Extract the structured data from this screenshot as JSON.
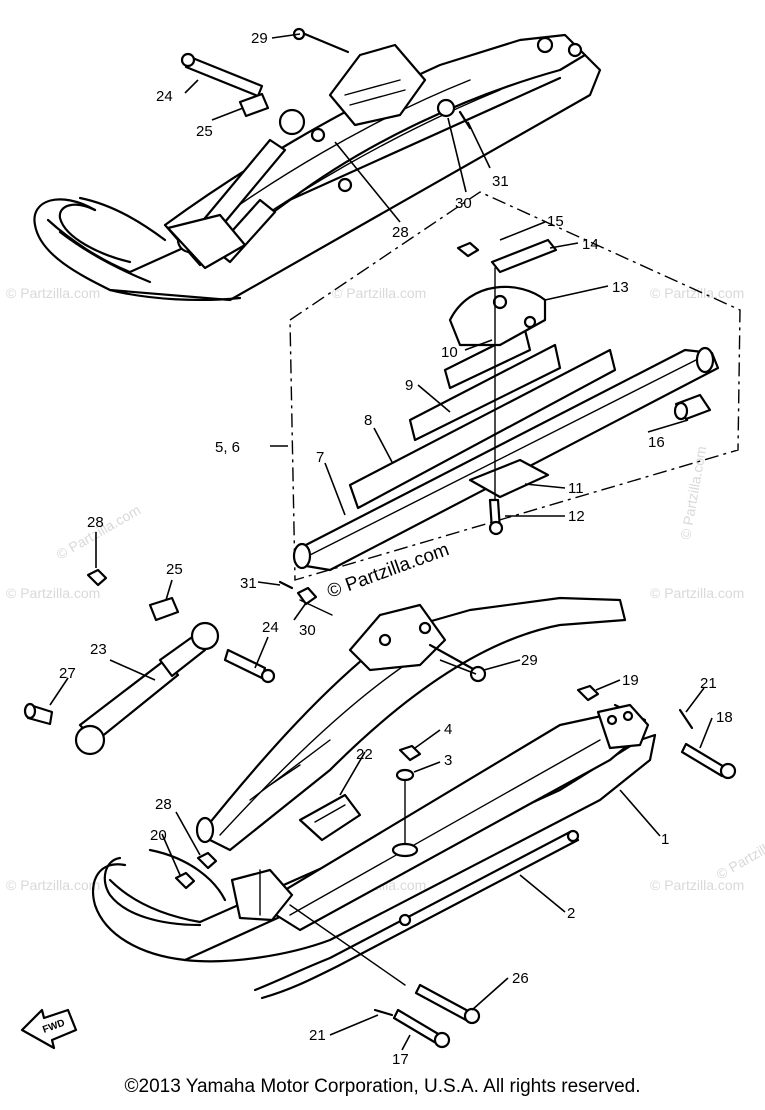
{
  "watermark": "© Partzilla.com",
  "copyright": "©2013  Yamaha Motor Corporation, U.S.A. All rights reserved.",
  "fwd_label": "FWD",
  "callouts": {
    "c1": "1",
    "c2": "2",
    "c3": "3",
    "c4": "4",
    "c56": "5, 6",
    "c7": "7",
    "c8": "8",
    "c9": "9",
    "c10": "10",
    "c11": "11",
    "c12": "12",
    "c13": "13",
    "c14": "14",
    "c15": "15",
    "c16": "16",
    "c17": "17",
    "c18": "18",
    "c19": "19",
    "c20": "20",
    "c21a": "21",
    "c21b": "21",
    "c22": "22",
    "c23": "23",
    "c24a": "24",
    "c24b": "24",
    "c25a": "25",
    "c25b": "25",
    "c26": "26",
    "c27": "27",
    "c28a": "28",
    "c28b": "28",
    "c28c": "28",
    "c29a": "29",
    "c29b": "29",
    "c30a": "30",
    "c30b": "30",
    "c31a": "31",
    "c31b": "31"
  }
}
